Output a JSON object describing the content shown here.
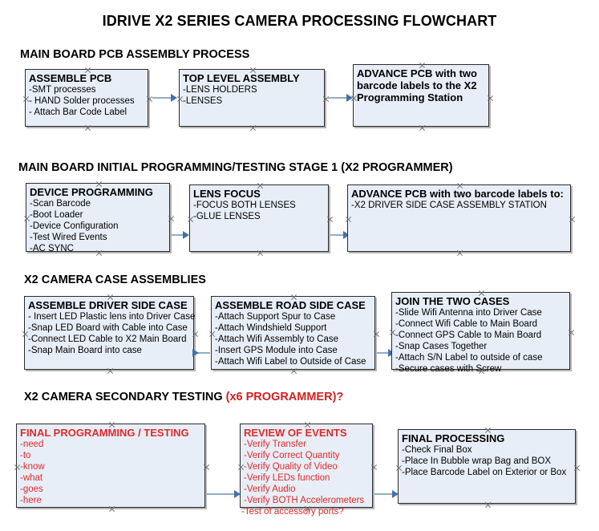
{
  "document": {
    "title": "IDRIVE X2  SERIES CAMERA PROCESSING FLOWCHART",
    "accent_color": "#e02a2a",
    "box_fill": "#e8eef7",
    "connector_color": "#93adc6",
    "arrow_color": "#4472a8"
  },
  "sections": [
    {
      "heading": "MAIN BOARD PCB ASSEMBLY PROCESS",
      "heading_accent": "",
      "boxes": [
        {
          "title": "ASSEMBLE PCB",
          "lines": [
            "-SMT processes",
            "- HAND Solder processes",
            "- Attach Bar Code Label"
          ]
        },
        {
          "title": "TOP LEVEL ASSEMBLY",
          "lines": [
            "-LENS HOLDERS",
            "-LENSES"
          ]
        },
        {
          "title": "ADVANCE PCB with two barcode labels to the  X2 Programming Station",
          "lines": []
        }
      ]
    },
    {
      "heading": "MAIN BOARD INITIAL PROGRAMMING/TESTING STAGE 1 (X2 PROGRAMMER)",
      "heading_accent": "",
      "boxes": [
        {
          "title": "DEVICE PROGRAMMING",
          "lines": [
            "-Scan Barcode",
            "-Boot Loader",
            "-Device Configuration",
            "-Test Wired Events",
            "-AC SYNC"
          ]
        },
        {
          "title": "LENS FOCUS",
          "lines": [
            "-FOCUS BOTH LENSES",
            "-GLUE LENSES"
          ]
        },
        {
          "title": "ADVANCE PCB with two barcode labels to:",
          "lines": [
            "-X2 DRIVER  SIDE  CASE  ASSEMBLY STATION"
          ]
        }
      ]
    },
    {
      "heading": "X2 CAMERA CASE ASSEMBLIES",
      "heading_accent": "",
      "boxes": [
        {
          "title": "ASSEMBLE DRIVER SIDE CASE",
          "lines": [
            "- Insert LED Plastic lens into Driver Case",
            "-Snap LED Board with Cable into Case",
            "-Connect LED Cable to X2 Main Board",
            "-Snap Main Board into case"
          ]
        },
        {
          "title": "ASSEMBLE ROAD SIDE CASE",
          "lines": [
            "-Attach Support Spur to Case",
            "-Attach Windshield Support",
            "-Attach Wifi Assembly to Case",
            "-Insert GPS Module into Case",
            "-Attach Wifi Label to Outside of Case"
          ]
        },
        {
          "title": "JOIN THE TWO CASES",
          "lines": [
            "-Slide Wifi Antenna into Driver Case",
            "-Connect Wifi Cable to Main Board",
            "-Connect GPS Cable to Main Board",
            "-Snap Cases Together",
            "-Attach S/N Label to outside of case",
            "-Secure cases with Screw"
          ]
        }
      ]
    },
    {
      "heading": "X2 CAMERA SECONDARY TESTING ",
      "heading_accent": "(x6 PROGRAMMER)?",
      "boxes": [
        {
          "title": "FINAL PROGRAMMING / TESTING",
          "lines": [
            "-need",
            "-to",
            "-know",
            "-what",
            "-goes",
            "-here"
          ]
        },
        {
          "title": "REVIEW OF EVENTS",
          "lines": [
            "-Verify Transfer",
            "-Verify Correct Quantity",
            "-Verify Quality of Video",
            "-Verify LEDs function",
            "-Verify Audio",
            "-Verify BOTH Accelerometers"
          ],
          "overflow_line": "-Test of accessory ports?"
        },
        {
          "title": "FINAL PROCESSING",
          "lines": [
            " -Check Final Box",
            "-Place In Bubble wrap Bag and BOX",
            "-Place Barcode Label on Exterior or Box"
          ]
        }
      ]
    }
  ]
}
